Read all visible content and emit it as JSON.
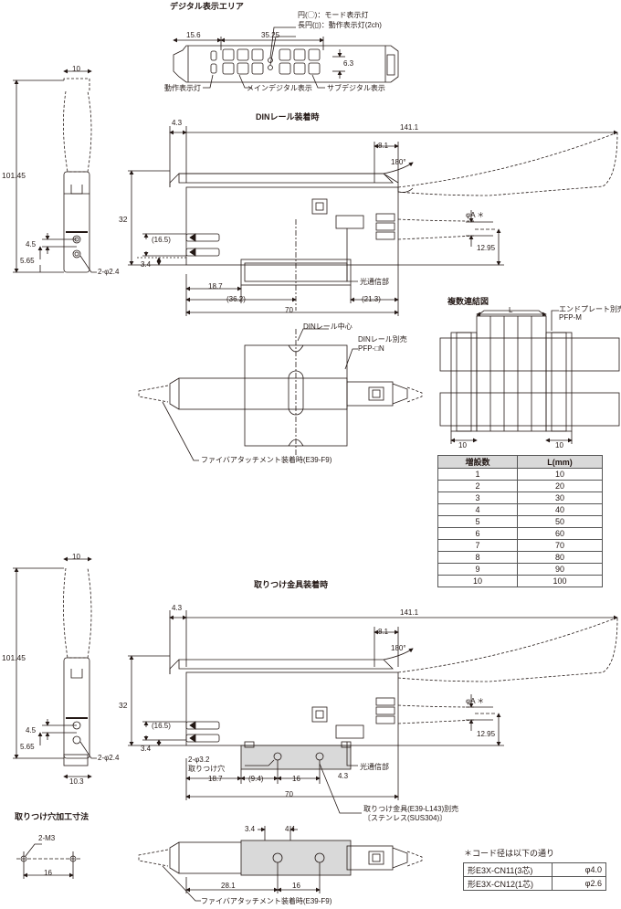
{
  "titles": {
    "digital_area": "デジタル表示エリア",
    "din_mount": "DINレール装着時",
    "multi_connect": "複数連結図",
    "bracket_mount": "取りつけ金具装着時",
    "mount_hole": "取りつけ穴加工寸法"
  },
  "digital_area": {
    "dim_left": "15.6",
    "dim_width": "35.25",
    "dim_height": "6.3",
    "label_mode_lamp": "円(◯)：モード表示灯",
    "label_op_lamp_2ch": "長円(▯)：動作表示灯(2ch)",
    "label_op_lamp": "動作表示灯",
    "label_main": "メインデジタル表示",
    "label_sub": "サブデジタル表示"
  },
  "side_view": {
    "width": "10",
    "height": "101.45",
    "dim_45": "4.5",
    "dim_565": "5.65",
    "holes": "2-φ2.4"
  },
  "din_view": {
    "dim_43": "4.3",
    "dim_1411": "141.1",
    "dim_81": "8.1",
    "angle": "180°",
    "dim_32": "32",
    "dim_165": "(16.5)",
    "dim_34": "3.4",
    "dim_phiA": "φA ＊",
    "dim_1295": "12.95",
    "dim_187": "18.7",
    "dim_362": "(36.2)",
    "dim_213": "(21.3)",
    "dim_70": "70",
    "label_optical": "光通信部"
  },
  "din_top": {
    "label_din_center": "DINレール中心",
    "label_din_sold": "DINレール別売",
    "label_din_model": "PFP-□N",
    "label_fiber": "ファイバアタッチメント装着時(E39-F9)"
  },
  "multi": {
    "dim_L": "L",
    "label_endplate": "エンドプレート別売",
    "label_endplate_model": "PFP-M",
    "dim_10a": "10",
    "dim_10b": "10"
  },
  "increment_table": {
    "headers": [
      "増設数",
      "L(mm)"
    ],
    "rows": [
      [
        "1",
        "10"
      ],
      [
        "2",
        "20"
      ],
      [
        "3",
        "30"
      ],
      [
        "4",
        "40"
      ],
      [
        "5",
        "50"
      ],
      [
        "6",
        "60"
      ],
      [
        "7",
        "70"
      ],
      [
        "8",
        "80"
      ],
      [
        "9",
        "90"
      ],
      [
        "10",
        "100"
      ]
    ]
  },
  "bracket_side": {
    "width": "10",
    "height": "101.45",
    "dim_45": "4.5",
    "dim_565": "5.65",
    "holes": "2-φ2.4",
    "dim_103": "10.3"
  },
  "bracket_view": {
    "dim_43": "4.3",
    "dim_1411": "141.1",
    "dim_81": "8.1",
    "angle": "180°",
    "dim_32": "32",
    "dim_165": "(16.5)",
    "dim_34": "3.4",
    "dim_phiA": "φA ＊",
    "dim_1295": "12.95",
    "label_hole": "2-φ3.2",
    "label_hole2": "取りつけ穴",
    "dim_187": "18.7",
    "dim_94": "(9.4)",
    "dim_16": "16",
    "dim_43b": "4.3",
    "dim_70": "70",
    "label_optical": "光通信部",
    "label_bracket": "取りつけ金具(E39-L143)別売",
    "label_material": "〔ステンレス(SUS304)〕"
  },
  "mount_hole": {
    "label_m3": "2-M3",
    "dim_16": "16"
  },
  "bracket_top": {
    "dim_34": "3.4",
    "dim_44": "4.4",
    "dim_281": "28.1",
    "dim_16": "16",
    "label_fiber": "ファイバアタッチメント装着時(E39-F9)"
  },
  "cord": {
    "note": "＊コード径は以下の通り",
    "rows": [
      [
        "形E3X-CN11(3芯)",
        "φ4.0"
      ],
      [
        "形E3X-CN12(1芯)",
        "φ2.6"
      ]
    ]
  }
}
